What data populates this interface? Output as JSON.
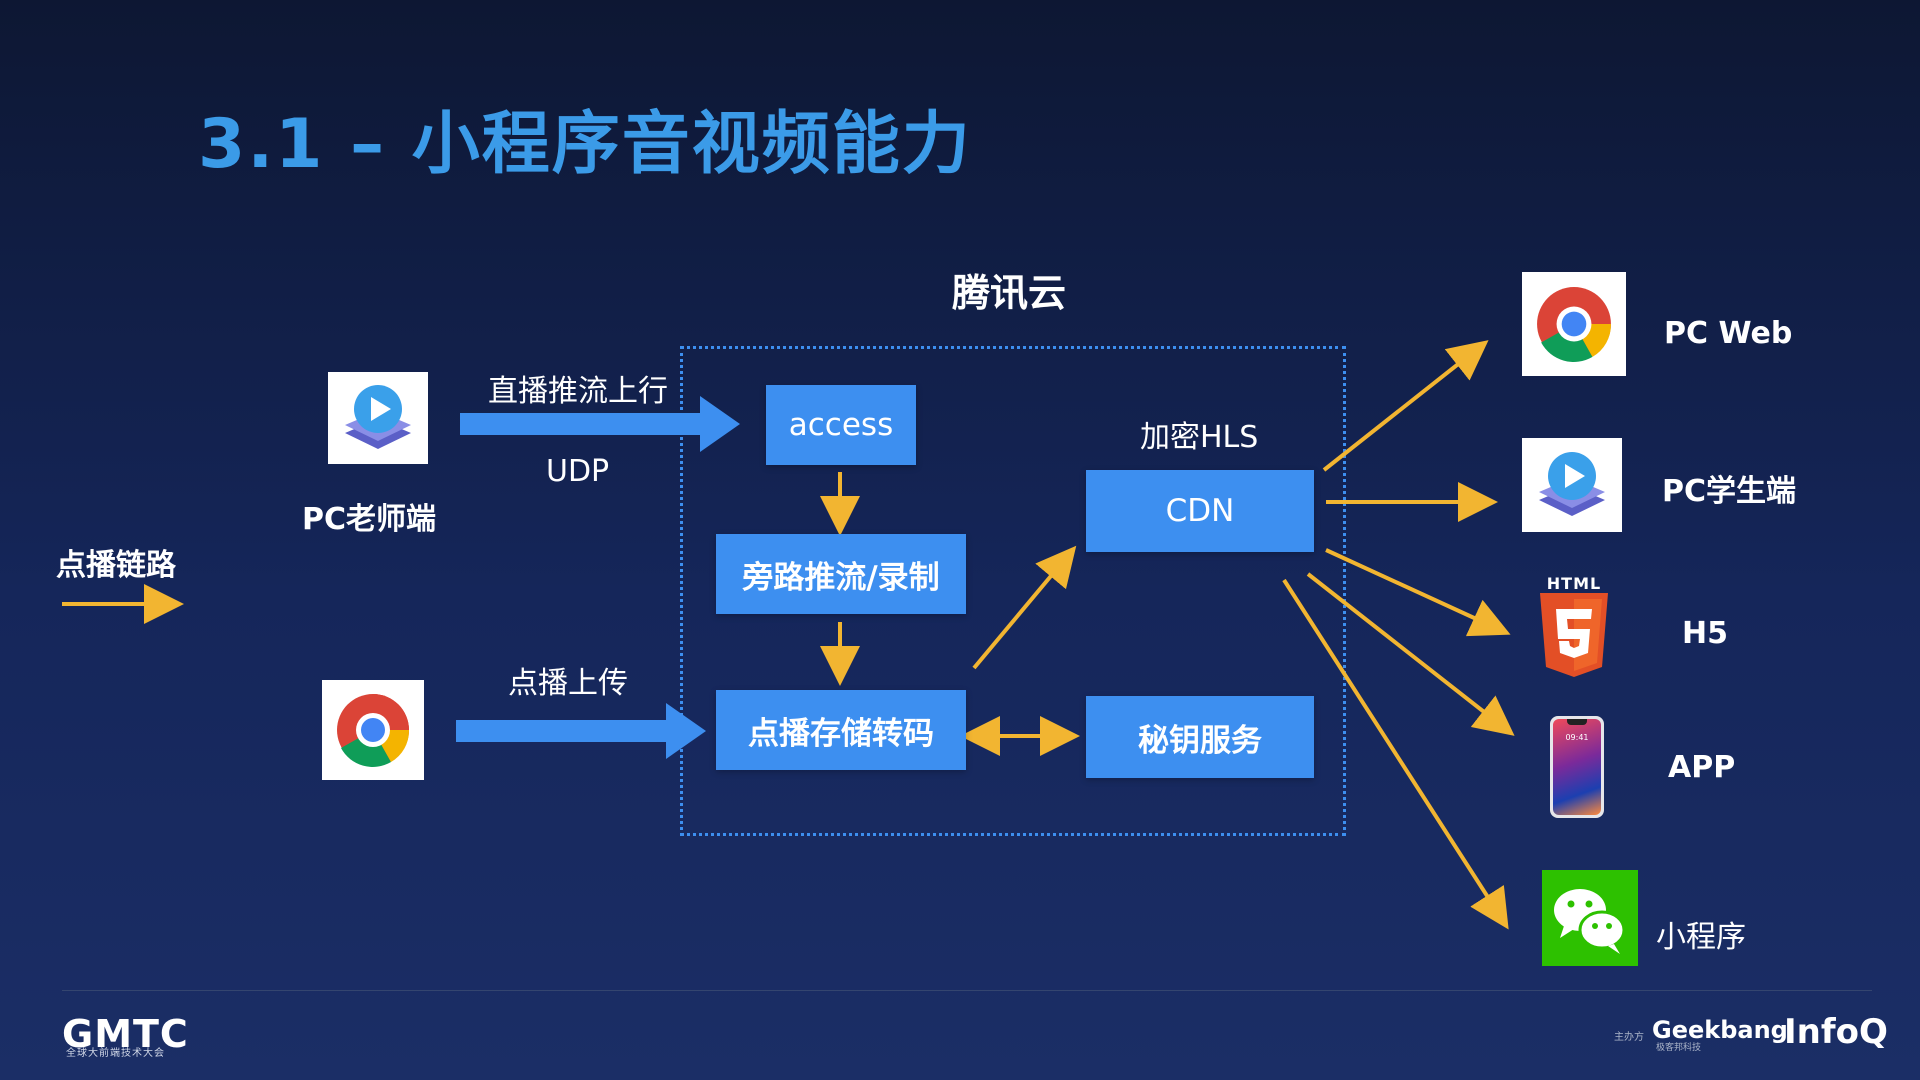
{
  "title": "3.1 – 小程序音视频能力",
  "diagram": {
    "cloud_label": "腾讯云",
    "nodes": {
      "access": "access",
      "bypass": "旁路推流/录制",
      "vod_storage": "点播存储转码",
      "cdn": "CDN",
      "key_service": "秘钥服务"
    },
    "edge_labels": {
      "live_push": "直播推流上行",
      "udp": "UDP",
      "vod_upload": "点播上传",
      "encrypted_hls": "加密HLS"
    },
    "sources": {
      "teacher": "PC老师端"
    },
    "legend": {
      "vod_path": "点播链路"
    },
    "targets": {
      "pc_web": "PC Web",
      "pc_student": "PC学生端",
      "h5": "H5",
      "app": "APP",
      "mini_program": "小程序"
    },
    "icons": {
      "teacher": "classroom-app-icon",
      "uploader": "chrome-icon",
      "pc_web": "chrome-icon",
      "pc_student": "classroom-app-icon",
      "h5": "html5-icon",
      "app": "iphone-icon",
      "mini_program": "wechat-icon",
      "h5_badge": "HTML",
      "phone_time": "09:41"
    },
    "colors": {
      "title": "#3b9be8",
      "box": "#3d8ff0",
      "arrow_blue": "#3d8ff0",
      "arrow_yellow": "#f2b531",
      "background_top": "#0d1733",
      "background_bottom": "#1b2e66"
    }
  },
  "footer": {
    "conference_logo": "GMTC",
    "conference_sub": "全球大前端技术大会",
    "host_label": "主办方",
    "organizer1": "Geekbang",
    "organizer1_sub": "极客邦科技",
    "organizer2": "InfoQ"
  }
}
